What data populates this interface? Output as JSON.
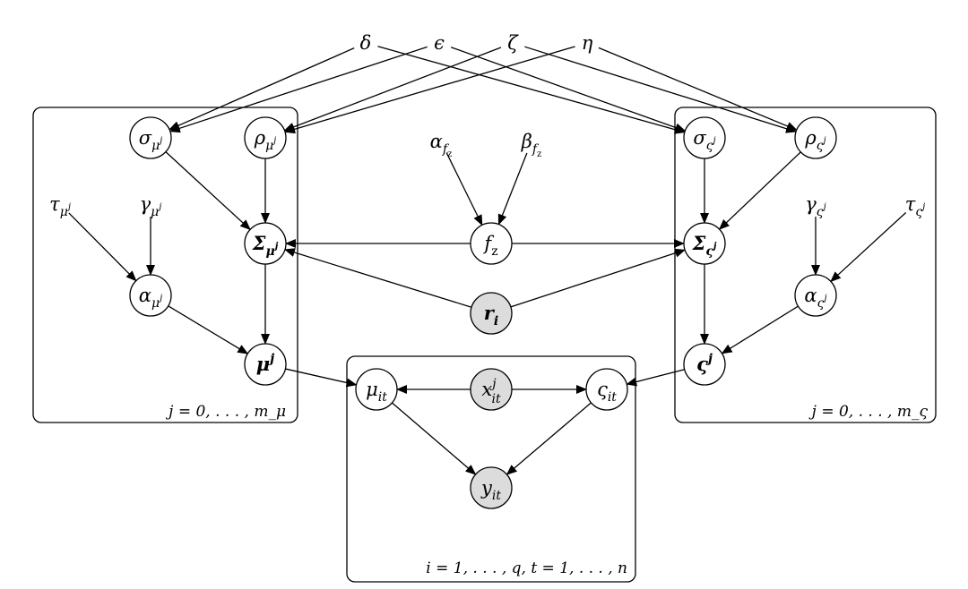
{
  "colors": {
    "observed_fill": "#dcdcdc",
    "latent_fill": "#ffffff",
    "stroke": "#000000"
  },
  "plates": [
    {
      "id": "plate_mu",
      "label": "j = 0, . . . , m_μ"
    },
    {
      "id": "plate_sigma",
      "label": "j = 0, . . . , m_ς"
    },
    {
      "id": "plate_obs",
      "label": "i = 1, . . . , q, t = 1, . . . , n"
    }
  ],
  "nodes": {
    "delta": {
      "text": "δ",
      "circle": false,
      "observed": false
    },
    "epsilon": {
      "text": "ϵ",
      "circle": false,
      "observed": false
    },
    "zeta": {
      "text": "ζ",
      "circle": false,
      "observed": false
    },
    "eta": {
      "text": "η",
      "circle": false,
      "observed": false
    },
    "alpha_f": {
      "text": "α",
      "sub": "f",
      "subsub": "z",
      "circle": false,
      "observed": false
    },
    "beta_f": {
      "text": "β",
      "sub": "f",
      "subsub": "z",
      "circle": false,
      "observed": false
    },
    "sigma_mu": {
      "text": "σ",
      "sub": "μ",
      "subsup": "j",
      "circle": true,
      "observed": false
    },
    "rho_mu": {
      "text": "ρ",
      "sub": "μ",
      "subsup": "j",
      "circle": true,
      "observed": false
    },
    "tau_mu": {
      "text": "τ",
      "sub": "μ",
      "subsup": "j",
      "circle": false,
      "observed": false
    },
    "gamma_mu": {
      "text": "γ",
      "sub": "μ",
      "subsup": "j",
      "circle": false,
      "observed": false
    },
    "Sigma_mu": {
      "text": "Σ",
      "sub": "μ",
      "subsup": "j",
      "circle": true,
      "observed": false,
      "bold": true
    },
    "alpha_mu": {
      "text": "α",
      "sub": "μ",
      "subsup": "j",
      "circle": true,
      "observed": false
    },
    "mu_vec": {
      "text": "μ",
      "sup": "j",
      "circle": true,
      "observed": false,
      "bold": true
    },
    "f_z": {
      "text": "f",
      "sub": "z",
      "circle": true,
      "observed": false
    },
    "r_i": {
      "text": "r",
      "sub": "i",
      "circle": true,
      "observed": true,
      "bold": true
    },
    "sigma_s": {
      "text": "σ",
      "sub": "ς",
      "subsup": "j",
      "circle": true,
      "observed": false
    },
    "rho_s": {
      "text": "ρ",
      "sub": "ς",
      "subsup": "j",
      "circle": true,
      "observed": false
    },
    "gamma_s": {
      "text": "γ",
      "sub": "ς",
      "subsup": "j",
      "circle": false,
      "observed": false
    },
    "tau_s": {
      "text": "τ",
      "sub": "ς",
      "subsup": "j",
      "circle": false,
      "observed": false
    },
    "Sigma_s": {
      "text": "Σ",
      "sub": "ς",
      "subsup": "j",
      "circle": true,
      "observed": false,
      "bold": true
    },
    "alpha_s": {
      "text": "α",
      "sub": "ς",
      "subsup": "j",
      "circle": true,
      "observed": false
    },
    "vs_vec": {
      "text": "ς",
      "sup": "j",
      "circle": true,
      "observed": false,
      "bold": true
    },
    "mu_it": {
      "text": "μ",
      "sub": "it",
      "circle": true,
      "observed": false
    },
    "x_it": {
      "text": "x",
      "sub": "it",
      "sup": "j",
      "circle": true,
      "observed": true
    },
    "vs_it": {
      "text": "ς",
      "sub": "it",
      "circle": true,
      "observed": false
    },
    "y_it": {
      "text": "y",
      "sub": "it",
      "circle": true,
      "observed": true
    }
  },
  "edges": [
    [
      "delta",
      "sigma_mu"
    ],
    [
      "delta",
      "sigma_s"
    ],
    [
      "epsilon",
      "sigma_mu"
    ],
    [
      "epsilon",
      "sigma_s"
    ],
    [
      "zeta",
      "rho_mu"
    ],
    [
      "zeta",
      "rho_s"
    ],
    [
      "eta",
      "rho_mu"
    ],
    [
      "eta",
      "rho_s"
    ],
    [
      "alpha_f",
      "f_z"
    ],
    [
      "beta_f",
      "f_z"
    ],
    [
      "sigma_mu",
      "Sigma_mu"
    ],
    [
      "rho_mu",
      "Sigma_mu"
    ],
    [
      "tau_mu",
      "alpha_mu"
    ],
    [
      "gamma_mu",
      "alpha_mu"
    ],
    [
      "alpha_mu",
      "mu_vec"
    ],
    [
      "Sigma_mu",
      "mu_vec"
    ],
    [
      "f_z",
      "Sigma_mu"
    ],
    [
      "f_z",
      "Sigma_s"
    ],
    [
      "r_i",
      "Sigma_mu"
    ],
    [
      "r_i",
      "Sigma_s"
    ],
    [
      "sigma_s",
      "Sigma_s"
    ],
    [
      "rho_s",
      "Sigma_s"
    ],
    [
      "gamma_s",
      "alpha_s"
    ],
    [
      "tau_s",
      "alpha_s"
    ],
    [
      "alpha_s",
      "vs_vec"
    ],
    [
      "Sigma_s",
      "vs_vec"
    ],
    [
      "mu_vec",
      "mu_it"
    ],
    [
      "vs_vec",
      "vs_it"
    ],
    [
      "x_it",
      "mu_it"
    ],
    [
      "x_it",
      "vs_it"
    ],
    [
      "mu_it",
      "y_it"
    ],
    [
      "vs_it",
      "y_it"
    ]
  ]
}
